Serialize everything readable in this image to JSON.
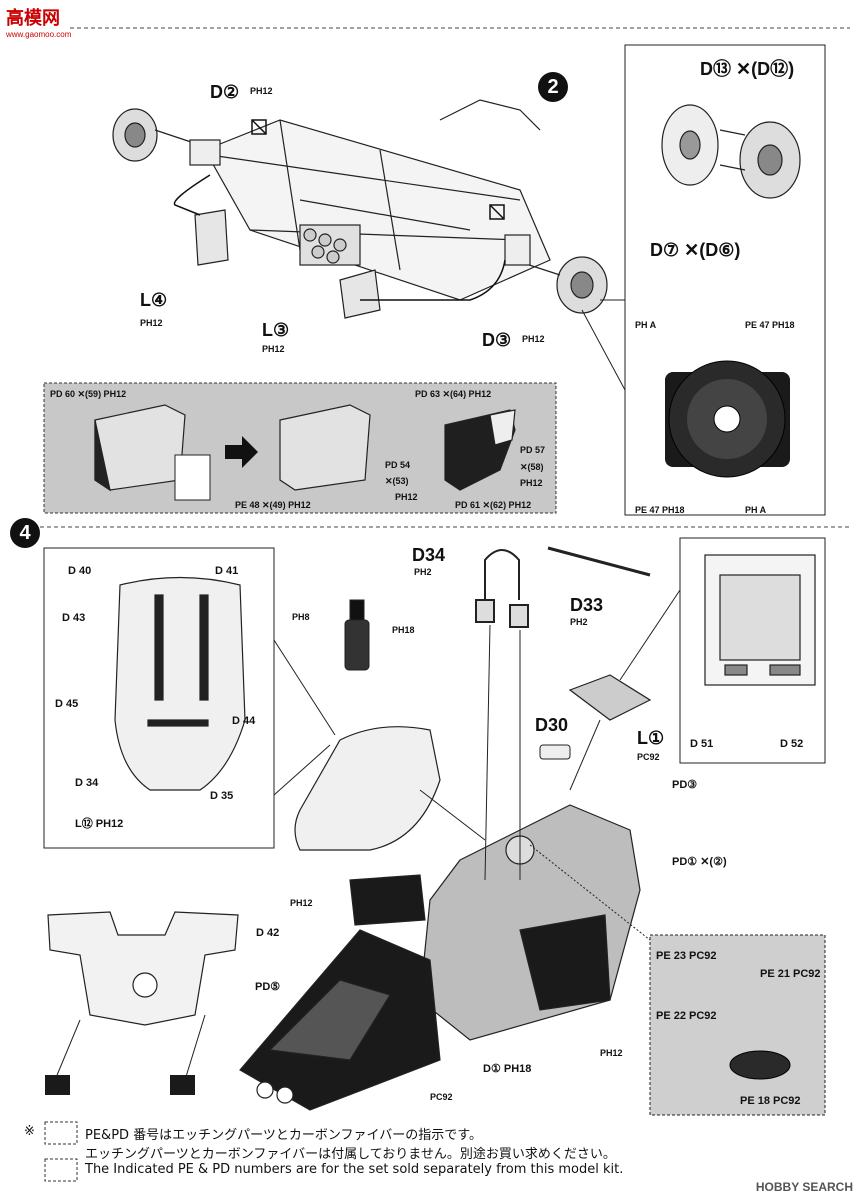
{
  "watermark": {
    "site": "高模网",
    "url": "www.gaomoo.com"
  },
  "steps": {
    "step2": "2",
    "step4": "4"
  },
  "step2": {
    "labels": {
      "d2": "D②",
      "d2_ph": "PH12",
      "l4": "L④",
      "l4_ph": "PH12",
      "l3": "L③",
      "l3_ph": "PH12",
      "d3": "D③",
      "d3_ph": "PH12",
      "d13": "D⑬ ✕(D⑫)",
      "d7": "D⑦ ✕(D⑥)",
      "pha_top": "PH A",
      "pe47_top": "PE 47 PH18",
      "pe47_bot": "PE 47 PH18",
      "pha_bot": "PH A"
    },
    "inset": {
      "pd60": "PD 60 ✕(59) PH12",
      "pe48": "PE 48 ✕(49) PH12",
      "pd63": "PD 63 ✕(64) PH12",
      "pd57": "PD 57",
      "x58": "✕(58)",
      "ph12a": "PH12",
      "pd54": "PD 54",
      "x53": "✕(53)",
      "ph12b": "PH12",
      "pd61": "PD 61 ✕(62) PH12"
    }
  },
  "step4": {
    "seat": {
      "d40": "D 40",
      "d41": "D 41",
      "d43": "D 43",
      "d45": "D 45",
      "d44": "D 44",
      "d34": "D 34",
      "d35": "D 35",
      "l12": "L⑫ PH12"
    },
    "paint": {
      "ph8": "PH8",
      "ph18": "PH18"
    },
    "d34top": "D34",
    "d34top_ph": "PH2",
    "d33": "D33",
    "d33_ph": "PH2",
    "ecu": {
      "d51": "D 51",
      "d52": "D 52"
    },
    "l1": "L①",
    "l1_pc": "PC92",
    "d30": "D30",
    "pd3": "PD③",
    "pd1": "PD① ✕(②)",
    "ph12_frame": "PH12",
    "d42": "D 42",
    "pd5": "PD⑤",
    "d1": "D① PH18",
    "ph12_right": "PH12",
    "pc92": "PC92",
    "pe_inset": {
      "pe23": "PE 23 PC92",
      "pe21": "PE 21 PC92",
      "pe22": "PE 22 PC92",
      "pe18": "PE 18 PC92"
    }
  },
  "footnote": {
    "mark": "※",
    "jp1": "PE&PD 番号はエッチングパーツとカーボンファイバーの指示です。",
    "jp2": "エッチングパーツとカーボンファイバーは付属しておりません。別途お買い求めください。",
    "en": "The Indicated PE & PD numbers are for the set sold separately from this model kit."
  },
  "brand": "HOBBY SEARCH"
}
